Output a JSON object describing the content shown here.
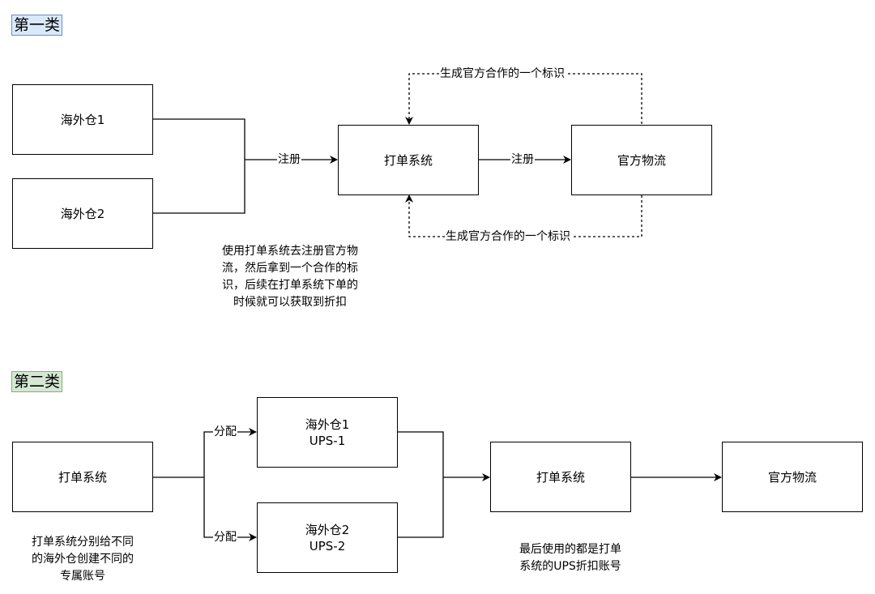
{
  "section1": {
    "title": "第一类",
    "warehouse1": "海外仓1",
    "warehouse2": "海外仓2",
    "print_system": "打单系统",
    "official_logistics": "官方物流",
    "edge_register_1": "注册",
    "edge_register_2": "注册",
    "edge_identifier_top": "生成官方合作的一个标识",
    "edge_identifier_bottom": "生成官方合作的一个标识",
    "note_lines": [
      "使用打单系统去注册官方物",
      "流，然后拿到一个合作的标",
      "识，后续在打单系统下单的",
      "时候就可以获取到折扣"
    ]
  },
  "section2": {
    "title": "第二类",
    "print_system_left": "打单系统",
    "warehouse1_line1": "海外仓1",
    "warehouse1_line2": "UPS-1",
    "warehouse2_line1": "海外仓2",
    "warehouse2_line2": "UPS-2",
    "print_system_right": "打单系统",
    "official_logistics": "官方物流",
    "edge_assign_1": "分配",
    "edge_assign_2": "分配",
    "note_left_lines": [
      "打单系统分别给不同",
      "的海外仓创建不同的",
      "专属账号"
    ],
    "note_right_lines": [
      "最后使用的都是打单",
      "系统的UPS折扣账号"
    ]
  }
}
